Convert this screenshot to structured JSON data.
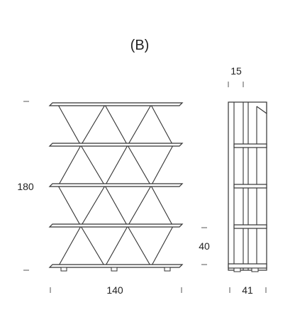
{
  "title": "(B)",
  "dimensions": {
    "height": "180",
    "width": "140",
    "shelf_spacing": "40",
    "side_top": "15",
    "depth": "41"
  },
  "colors": {
    "line": "#333333",
    "background": "#ffffff"
  }
}
